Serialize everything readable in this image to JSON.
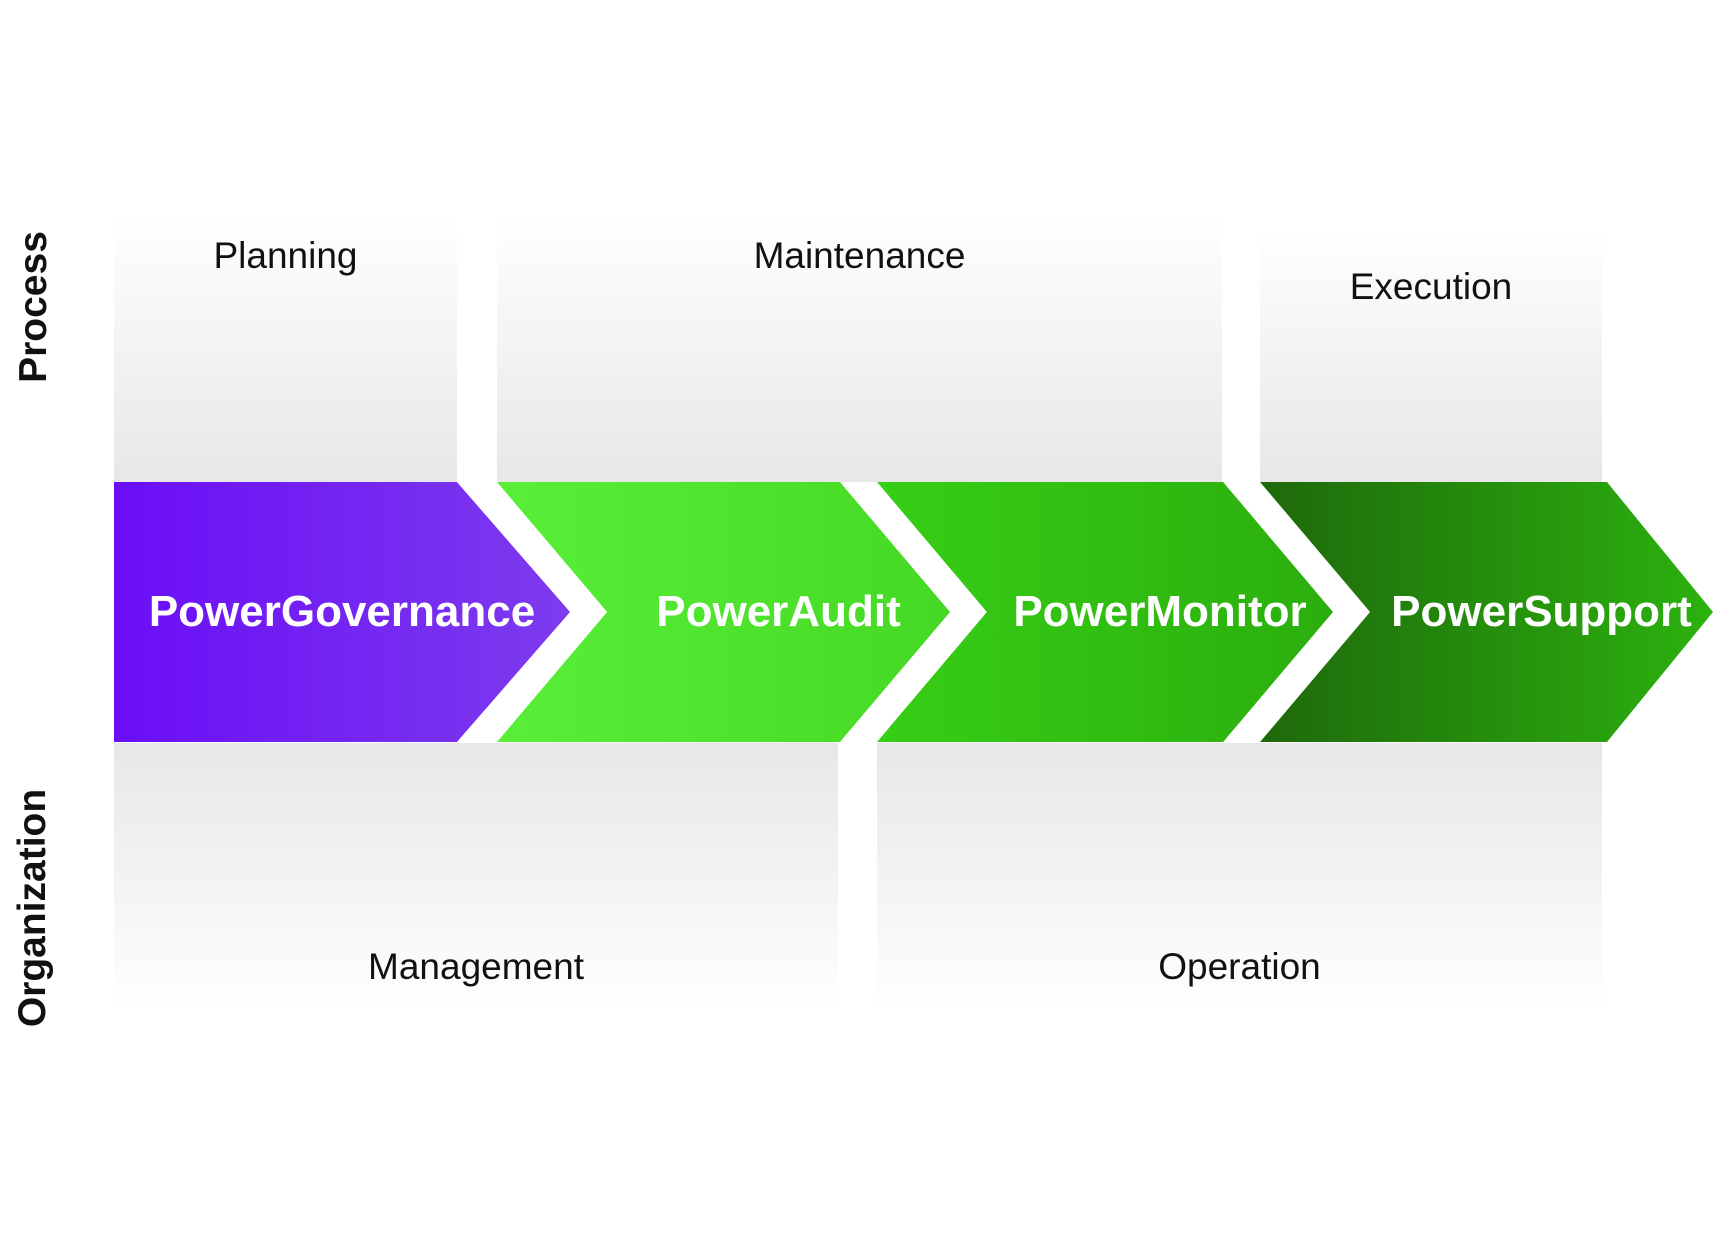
{
  "rows": {
    "process": {
      "label": "Process",
      "phases": [
        {
          "label": "Planning"
        },
        {
          "label": "Maintenance"
        },
        {
          "label": "Execution"
        }
      ]
    },
    "flow": {
      "steps": [
        {
          "label": "PowerGovernance",
          "gradient": {
            "from": "#6b0df6",
            "to": "#7d3cee"
          }
        },
        {
          "label": "PowerAudit",
          "gradient": {
            "from": "#59ef38",
            "to": "#45d824"
          }
        },
        {
          "label": "PowerMonitor",
          "gradient": {
            "from": "#37ce16",
            "to": "#2bae0d"
          }
        },
        {
          "label": "PowerSupport",
          "gradient": {
            "from": "#1e690b",
            "to": "#2cb20e"
          }
        }
      ]
    },
    "organization": {
      "label": "Organization",
      "units": [
        {
          "label": "Management"
        },
        {
          "label": "Operation"
        }
      ]
    }
  },
  "colors": {
    "background": "#ffffff",
    "box_gradient_light": "#ffffff",
    "box_gradient_gray": "#e7e7e7",
    "label_text": "#111111",
    "arrow_label_text": "#ffffff"
  }
}
